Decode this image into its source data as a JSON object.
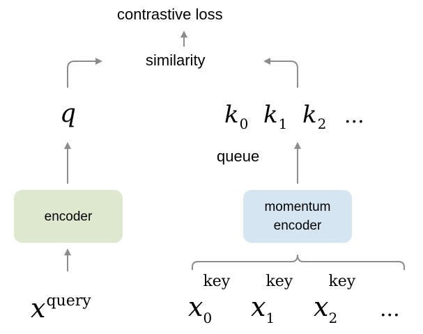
{
  "labels": {
    "contrastive_loss": "contrastive loss",
    "similarity": "similarity",
    "queue": "queue"
  },
  "boxes": {
    "encoder": "encoder",
    "momentum_line1": "momentum",
    "momentum_line2": "encoder"
  },
  "math": {
    "q": "q",
    "k_base": "k",
    "k_subs": [
      "0",
      "1",
      "2"
    ],
    "k_dots": "...",
    "x_base": "x",
    "x_query_sup": "query",
    "x_key_sup": "key",
    "x_key_subs": [
      "0",
      "1",
      "2"
    ],
    "x_dots": "..."
  },
  "colors": {
    "encoder_fill": "#dde8cf",
    "momentum_fill": "#d5e5f1",
    "arrow": "#8c8c8c"
  }
}
